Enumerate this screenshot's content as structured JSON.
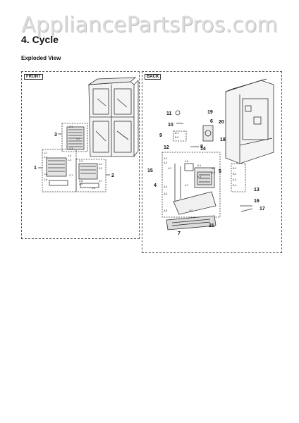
{
  "watermark": {
    "text": "AppliancePartsPros.com"
  },
  "header": {
    "section_title": "4.  Cycle",
    "subtitle": "Exploded View"
  },
  "front_panel": {
    "tag": "FRONT",
    "callouts": [
      "1",
      "2",
      "3"
    ],
    "sublabels": [
      "3-1",
      "3-2",
      "3-3",
      "1-1",
      "1-2",
      "1-3",
      "1-4",
      "1-5",
      "1-6",
      "1-7",
      "2-1",
      "2-2",
      "2-3",
      "2-4",
      "2-5",
      "2-6",
      "2-7"
    ]
  },
  "back_panel": {
    "tag": "BACK",
    "callouts": [
      "4",
      "5",
      "6",
      "7",
      "8",
      "9",
      "10",
      "11",
      "12",
      "13",
      "14",
      "15",
      "16",
      "17",
      "18",
      "19",
      "20",
      "21"
    ],
    "sublabels": [
      "4-1",
      "4-2",
      "4-3",
      "4-4",
      "4-5",
      "4-6",
      "4-7",
      "4-8",
      "4-9",
      "5-1",
      "5-2",
      "5-3",
      "5-4",
      "6-1",
      "6-2",
      "6-3",
      "6-4",
      "8-1",
      "8-2"
    ]
  },
  "colors": {
    "watermark": "#dcdcdc",
    "line": "#333333",
    "panel_border": "#555555"
  }
}
